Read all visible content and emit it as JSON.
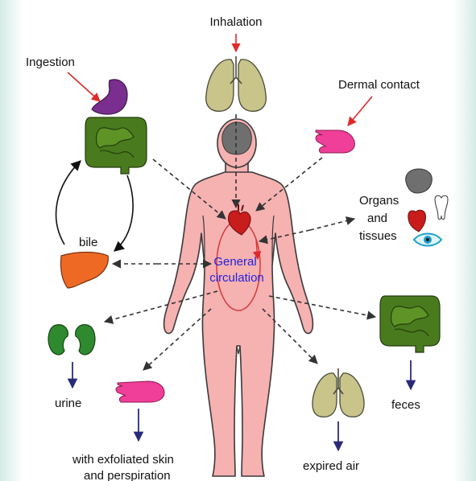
{
  "routes_in": {
    "inhalation": "Inhalation",
    "ingestion": "Ingestion",
    "dermal": "Dermal contact"
  },
  "center": {
    "line1": "General",
    "line2": "circulation"
  },
  "labels": {
    "bile": "bile",
    "organs_line1": "Organs",
    "organs_line2": "and",
    "organs_line3": "tissues",
    "urine": "urine",
    "skin_line1": "with exfoliated skin",
    "skin_line2": "and perspiration",
    "expired_air": "expired air",
    "feces": "feces"
  },
  "colors": {
    "body_fill": "#f6b1b1",
    "lung": "#c9c48a",
    "intestine": "#4a7a1e",
    "stomach": "#7a2e8f",
    "liver": "#ee6a24",
    "kidney": "#2f8a2f",
    "hand": "#ef3f98",
    "heart": "#c91c1c",
    "route_arrow": "#e02a2a",
    "excretion_arrow": "#2a2a7a",
    "center_text": "#2222dd",
    "circulation_loop": "#d23a3a",
    "side_glow": "#cfe9e3"
  }
}
